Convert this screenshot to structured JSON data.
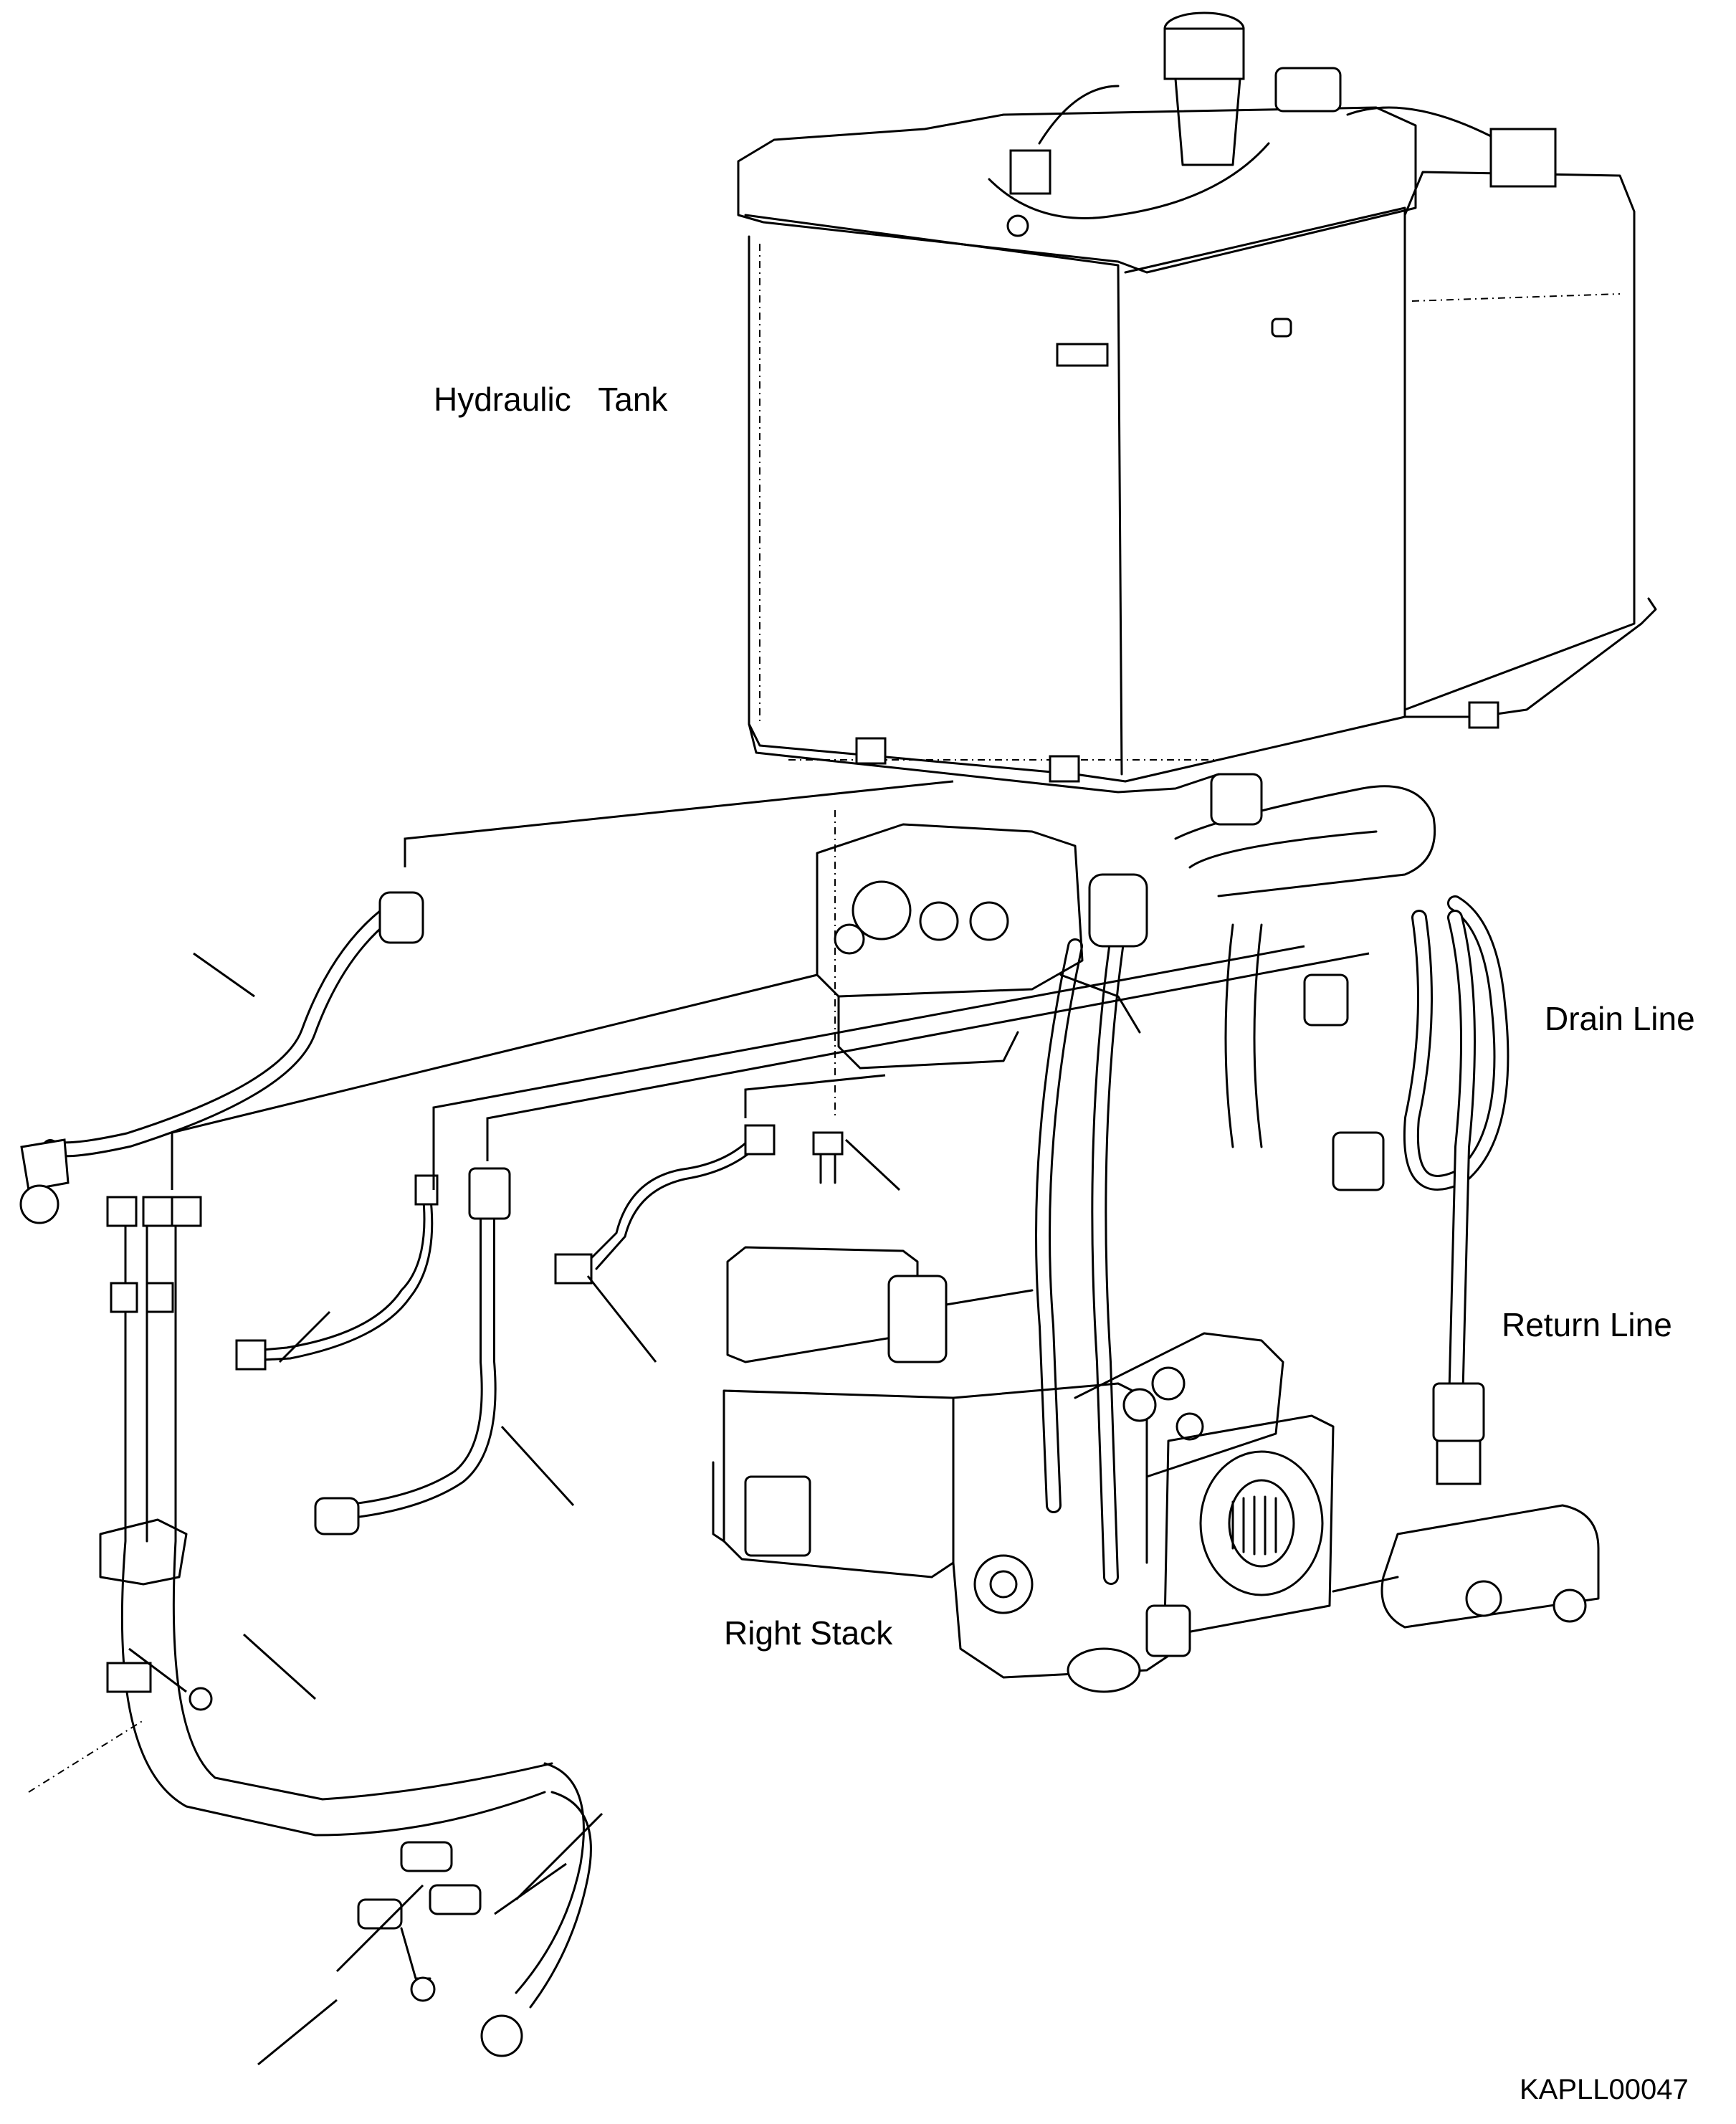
{
  "labels": {
    "hydraulic_tank": "Hydraulic   Tank",
    "drain_line": "Drain Line",
    "return_line": "Return Line",
    "right_stack": "Right Stack"
  },
  "reference_code": "KAPLL00047"
}
